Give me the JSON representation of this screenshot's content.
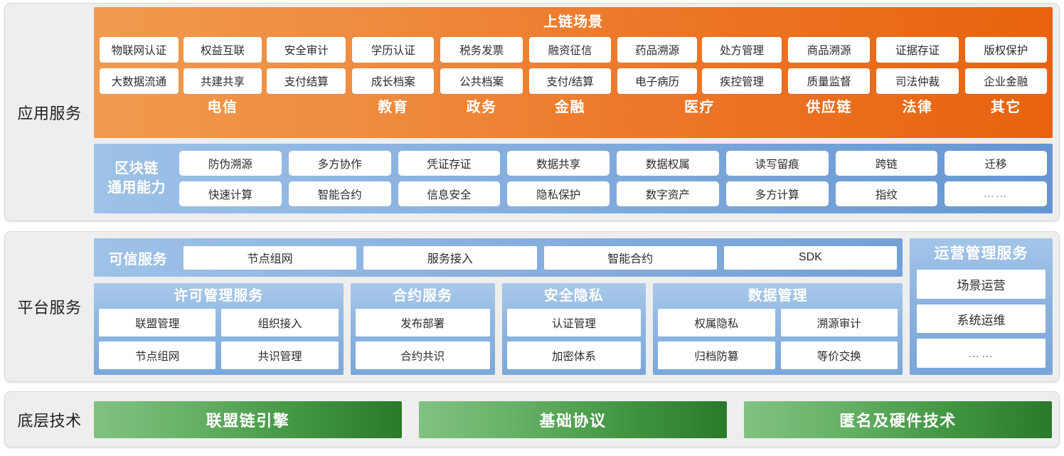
{
  "layers": {
    "application": {
      "label": "应用服务",
      "scene": {
        "title": "上链场景",
        "domains": [
          {
            "name": "电信",
            "row1": [
              "物联网认证",
              "权益互联",
              "安全审计"
            ],
            "row2": [
              "大数据流通",
              "共建共享",
              "支付结算"
            ]
          },
          {
            "name": "教育",
            "row1": [
              "学历认证"
            ],
            "row2": [
              "成长档案"
            ]
          },
          {
            "name": "政务",
            "row1": [
              "税务发票"
            ],
            "row2": [
              "公共档案"
            ]
          },
          {
            "name": "金融",
            "row1": [
              "融资征信"
            ],
            "row2": [
              "支付/结算"
            ]
          },
          {
            "name": "医疗",
            "row1": [
              "药品溯源",
              "处方管理"
            ],
            "row2": [
              "电子病历",
              "疾控管理"
            ]
          },
          {
            "name": "供应链",
            "row1": [
              "商品溯源"
            ],
            "row2": [
              "质量监督"
            ]
          },
          {
            "name": "法律",
            "row1": [
              "证据存证"
            ],
            "row2": [
              "司法仲裁"
            ]
          },
          {
            "name": "其它",
            "row1": [
              "版权保护"
            ],
            "row2": [
              "企业金融"
            ]
          }
        ]
      },
      "blockchain": {
        "label_line1": "区块链",
        "label_line2": "通用能力",
        "row1": [
          "防伪溯源",
          "多方协作",
          "凭证存证",
          "数据共享",
          "数据权属",
          "读写留痕",
          "跨链",
          "迁移"
        ],
        "row2": [
          "快速计算",
          "智能合约",
          "信息安全",
          "隐私保护",
          "数字资产",
          "多方计算",
          "指纹",
          "……"
        ]
      }
    },
    "platform": {
      "label": "平台服务",
      "trusted": {
        "label": "可信服务",
        "items": [
          "节点组网",
          "服务接入",
          "智能合约",
          "SDK"
        ]
      },
      "services": [
        {
          "title": "许可管理服务",
          "row1": [
            "联盟管理",
            "组织接入"
          ],
          "row2": [
            "节点组网",
            "共识管理"
          ]
        },
        {
          "title": "合约服务",
          "row1": [
            "发布部署"
          ],
          "row2": [
            "合约共识"
          ]
        },
        {
          "title": "安全隐私",
          "row1": [
            "认证管理"
          ],
          "row2": [
            "加密体系"
          ]
        },
        {
          "title": "数据管理",
          "row1": [
            "权属隐私",
            "溯源审计"
          ],
          "row2": [
            "归档防篡",
            "等价交换"
          ]
        }
      ],
      "operations": {
        "title": "运营管理服务",
        "items": [
          "场景运营",
          "系统运维",
          "……"
        ]
      }
    },
    "technology": {
      "label": "底层技术",
      "bars": [
        "联盟链引擎",
        "基础协议",
        "匿名及硬件技术"
      ]
    }
  },
  "colors": {
    "orange_start": "#f09a4f",
    "orange_end": "#e8630f",
    "blue_start": "#9ec2e7",
    "blue_end": "#6596d3",
    "green_start": "#81c281",
    "green_end": "#2b792b",
    "panel_bg": "#eeeeee"
  }
}
